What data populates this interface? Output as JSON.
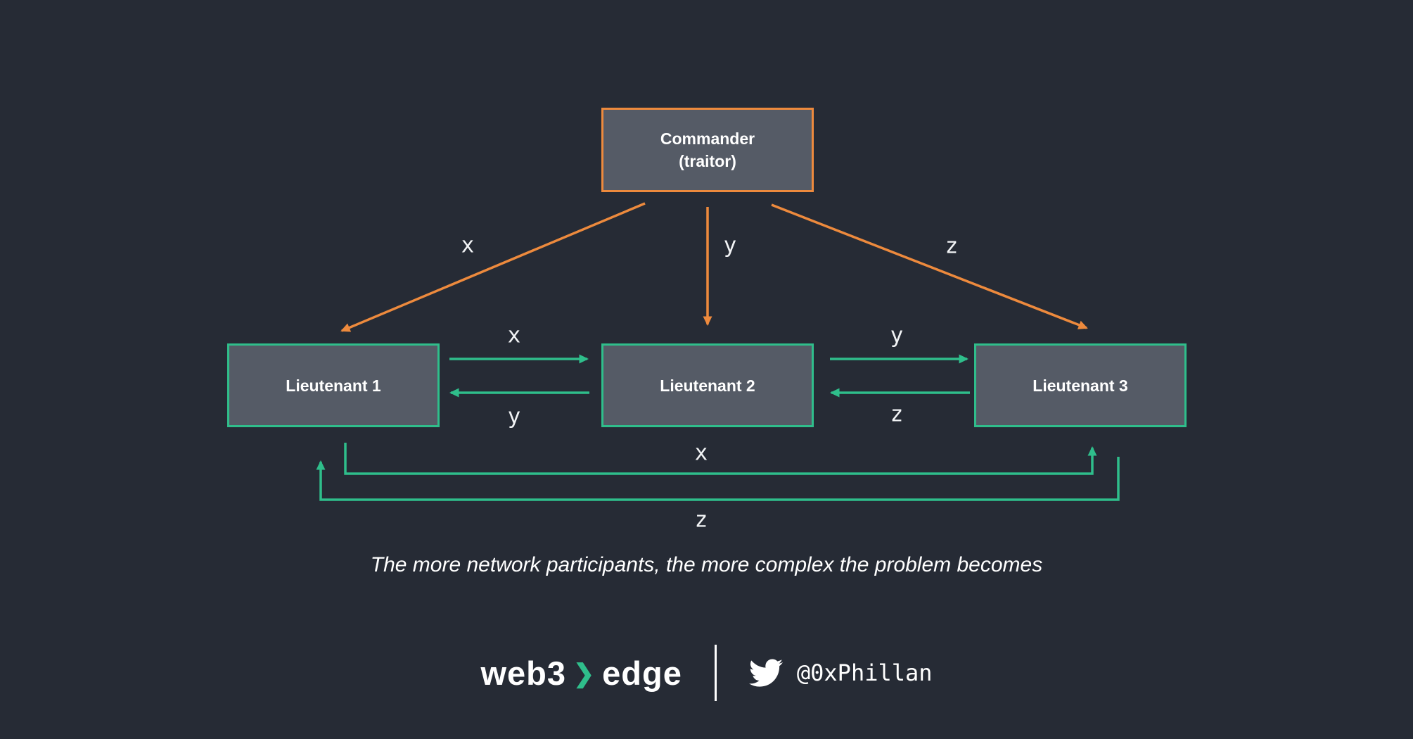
{
  "colors": {
    "background": "#262b35",
    "node_fill": "#555b66",
    "green": "#2fbe8b",
    "orange": "#ed8a3d",
    "text": "#ffffff"
  },
  "nodes": {
    "commander": {
      "label_line1": "Commander",
      "label_line2": "(traitor)"
    },
    "lieutenant1": {
      "label": "Lieutenant 1"
    },
    "lieutenant2": {
      "label": "Lieutenant 2"
    },
    "lieutenant3": {
      "label": "Lieutenant 3"
    }
  },
  "edge_labels": {
    "commander_to_l1": "x",
    "commander_to_l2": "y",
    "commander_to_l3": "z",
    "l1_to_l2": "x",
    "l2_to_l1": "y",
    "l2_to_l3": "y",
    "l3_to_l2": "z",
    "l1_to_l3": "x",
    "l3_to_l1": "z"
  },
  "caption": "The more network participants, the more complex the problem becomes",
  "footer": {
    "brand_left": "web3",
    "brand_chevron": "❯",
    "brand_right": "edge",
    "twitter_handle": "@0xPhillan"
  }
}
